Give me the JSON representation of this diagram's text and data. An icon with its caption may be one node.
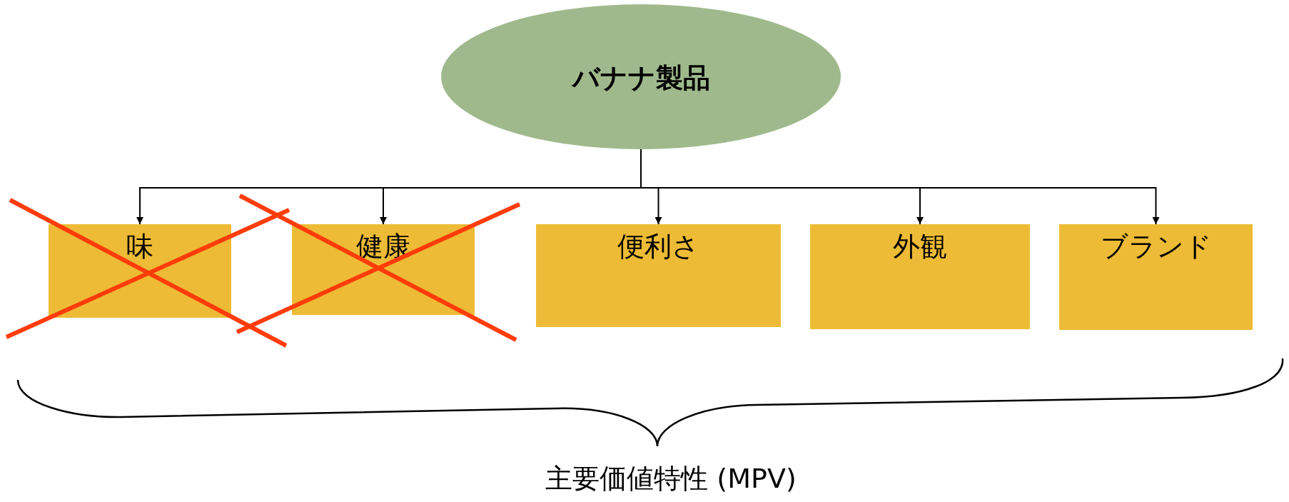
{
  "diagram": {
    "nodes": [
      {
        "text": [
          "バナナ製品"
        ]
      },
      {
        "text": [
          "味"
        ]
      },
      {
        "text": [
          "健康"
        ]
      },
      {
        "text": [
          "便利さ"
        ]
      },
      {
        "text": [
          "外観"
        ]
      },
      {
        "text": [
          "ブランド"
        ]
      }
    ],
    "edges": [
      {
        "from": 0,
        "to": 1,
        "arrow": "to"
      },
      {
        "from": 0,
        "to": 2,
        "arrow": "to"
      },
      {
        "from": 0,
        "to": 3,
        "arrow": "to"
      },
      {
        "from": 0,
        "to": 4,
        "arrow": "to"
      },
      {
        "from": 0,
        "to": 5,
        "arrow": "to"
      }
    ],
    "labels": [
      "主要価値特性 (MPV)"
    ]
  }
}
